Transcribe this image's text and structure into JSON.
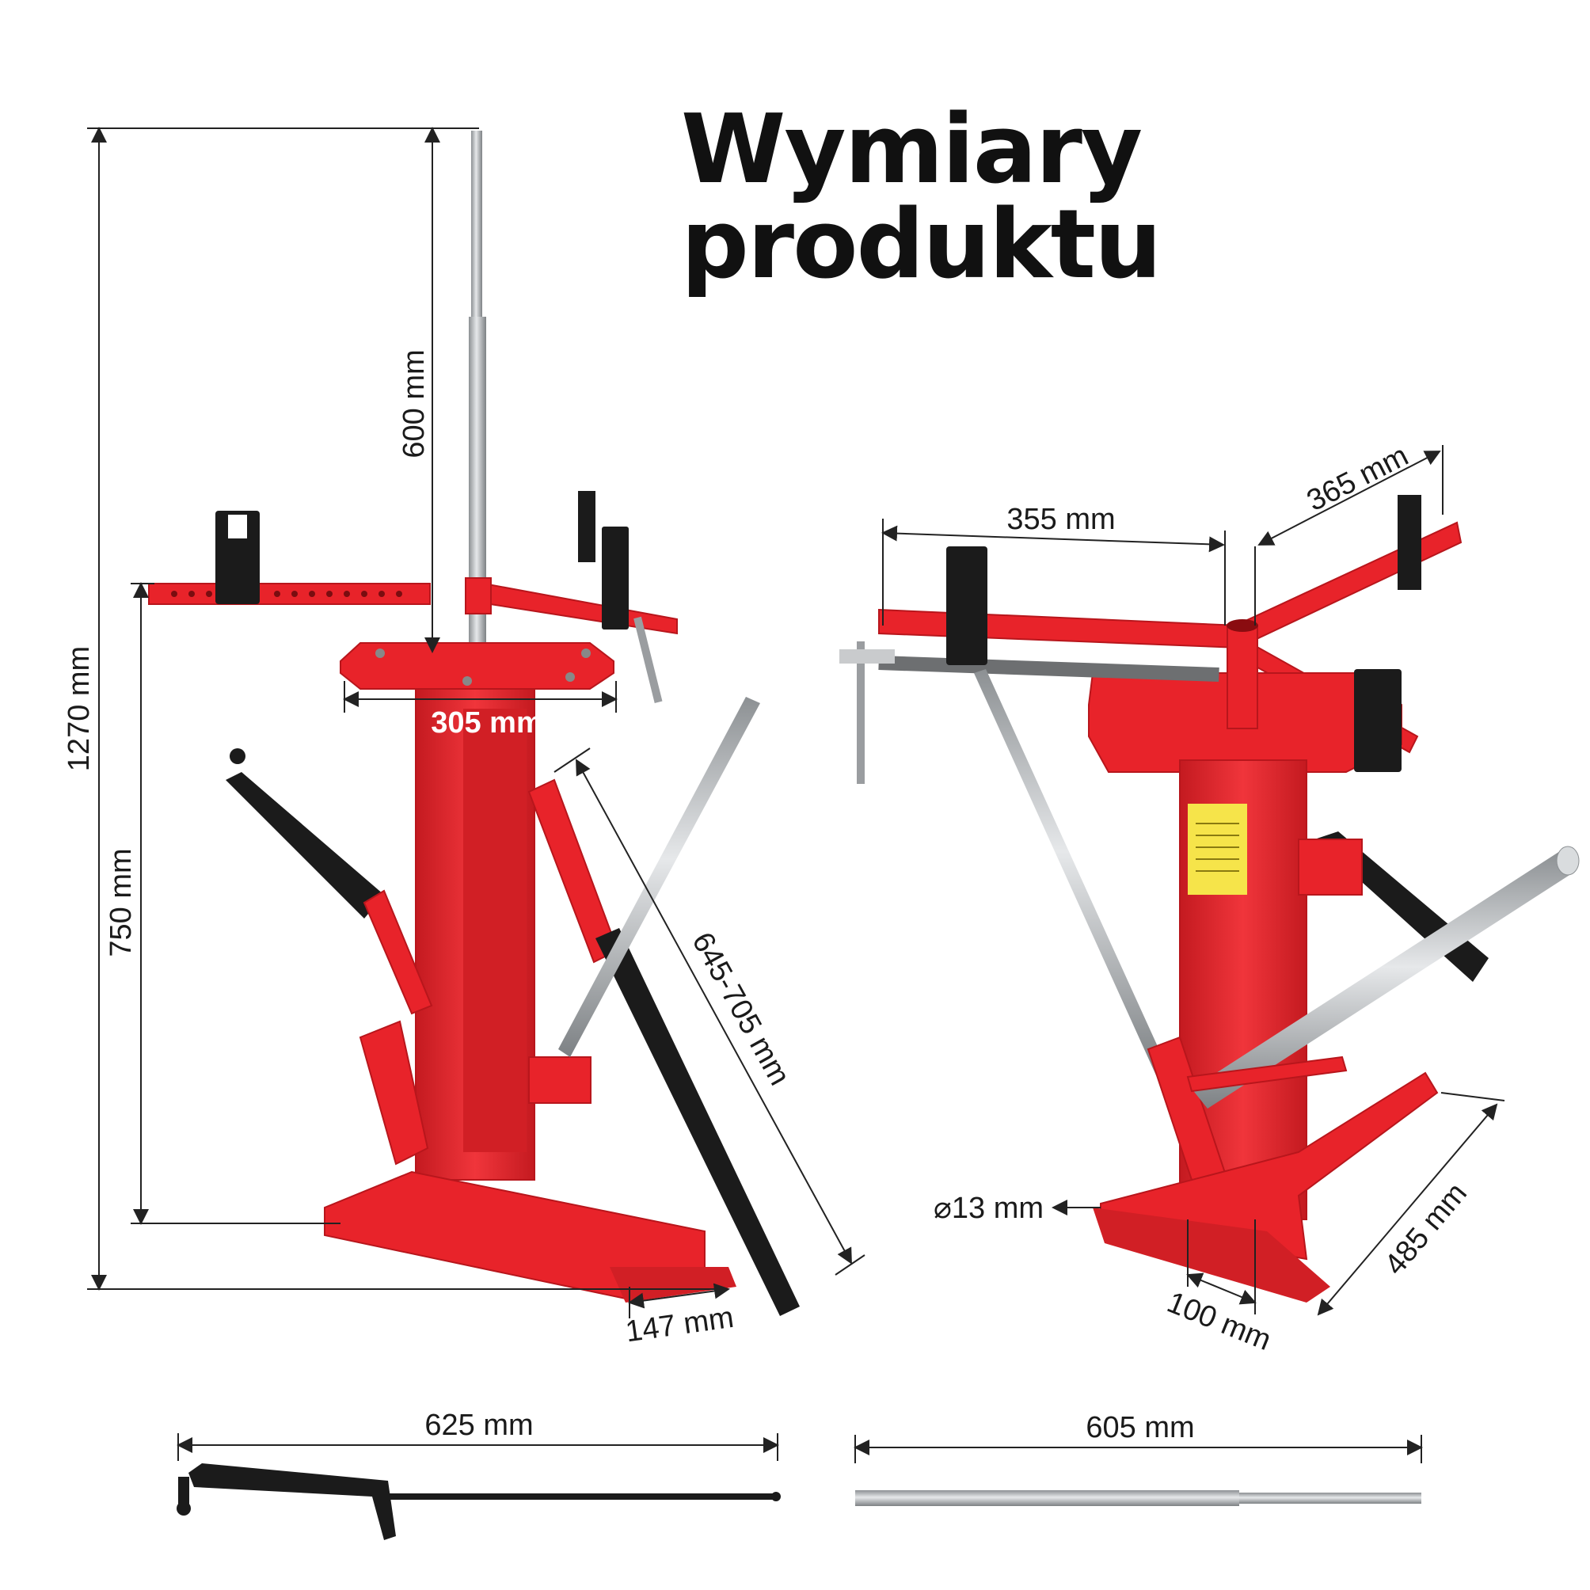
{
  "title": "Wymiary produktu",
  "colors": {
    "frame": "#e8232a",
    "frame_dark": "#b8161c",
    "black_part": "#1b1b1b",
    "steel": "#b9bcbf",
    "label_yellow": "#f6e44a",
    "dimension_line": "#222222"
  },
  "dimensions": {
    "total_height": "1270 mm",
    "center_post": "600 mm",
    "arm_height": "750 mm",
    "base_plate": "305 mm",
    "lever_length": "645-705 mm",
    "foot_width": "147 mm",
    "arm_355": "355 mm",
    "arm_365": "365 mm",
    "pin_diameter": "⌀13 mm",
    "column_width": "100 mm",
    "base_depth": "485 mm",
    "bead_breaker_bar": "625 mm",
    "steel_bar": "605 mm"
  }
}
